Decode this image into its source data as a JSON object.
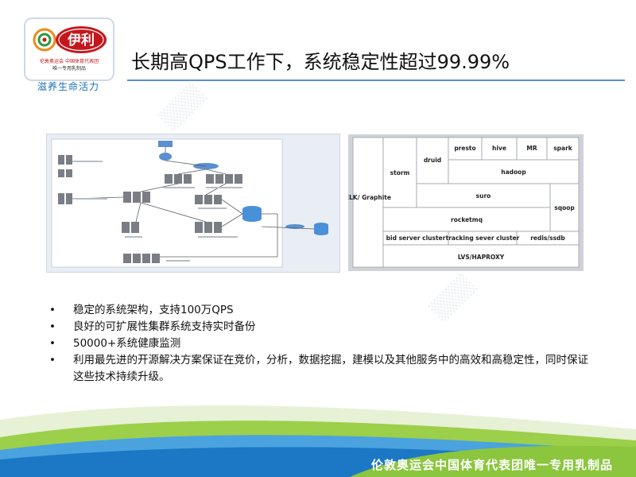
{
  "logo": {
    "brand": "伊利",
    "subtitle_line1": "伦敦奥运会 中国体育代表团",
    "subtitle_line2": "唯一专用乳制品",
    "slogan": "滋养生命活力",
    "colors": {
      "brand_red": "#c4171d",
      "ring_orange": "#f08a1c",
      "ring_green": "#2e9a3b",
      "slogan_blue": "#1a6fb0"
    }
  },
  "title": "长期高QPS工作下，系统稳定性超过99.99%",
  "architecture": {
    "elk": "ELK/ Graphite",
    "storm": "storm",
    "druid": "druid",
    "presto": "presto",
    "hive": "hive",
    "mr": "MR",
    "spark": "spark",
    "hadoop": "hadoop",
    "suro": "suro",
    "sqoop": "sqoop",
    "rocketmq": "rocketmq",
    "bid_server_cluster": "bid server cluster",
    "tracking_server_cluster": "tracking sever cluster",
    "redis_ssdb": "redis/ssdb",
    "lvs_haproxy": "LVS/HAPROXY"
  },
  "bullets": [
    "稳定的系统架构，支持100万QPS",
    "良好的可扩展性集群系统支持实时备份",
    "50000+系统健康监测",
    "利用最先进的开源解决方案保证在竞价，分析，数据挖掘，建模以及其他服务中的高效和高稳定性，同时保证这些技术持续升级。"
  ],
  "footer": "伦敦奥运会中国体育代表团唯一专用乳制品"
}
